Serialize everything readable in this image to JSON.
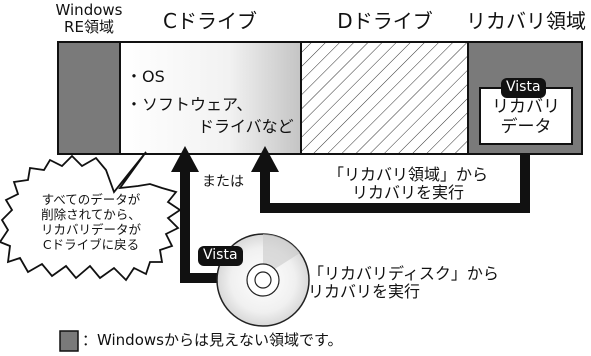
{
  "headers": {
    "windows_re": "Windows\nRE領域",
    "c_drive": "Cドライブ",
    "d_drive": "Dドライブ",
    "recovery_area": "リカバリ領域"
  },
  "c_drive_contents": {
    "item1": "・OS",
    "item2": "・ソフトウェア、",
    "item3": "ドライバなど"
  },
  "recovery_box": {
    "badge": "Vista",
    "label": "リカバリ\nデータ"
  },
  "arrows": {
    "or_label": "または",
    "from_area": "「リカバリ領域」から\nリカバリを実行",
    "from_disc": "「リカバリディスク」から\nリカバリを実行",
    "disc_badge": "Vista"
  },
  "callout": "すべてのデータが\n削除されてから、\nリカバリデータが\nCドライブに戻る",
  "legend": "：Windowsからは見えない領域です。",
  "colors": {
    "gray_area": "#7a7a7a",
    "c_gradient_light": "#ffffff",
    "c_gradient_dark": "#c8c8c8",
    "arrow": "#111111"
  }
}
